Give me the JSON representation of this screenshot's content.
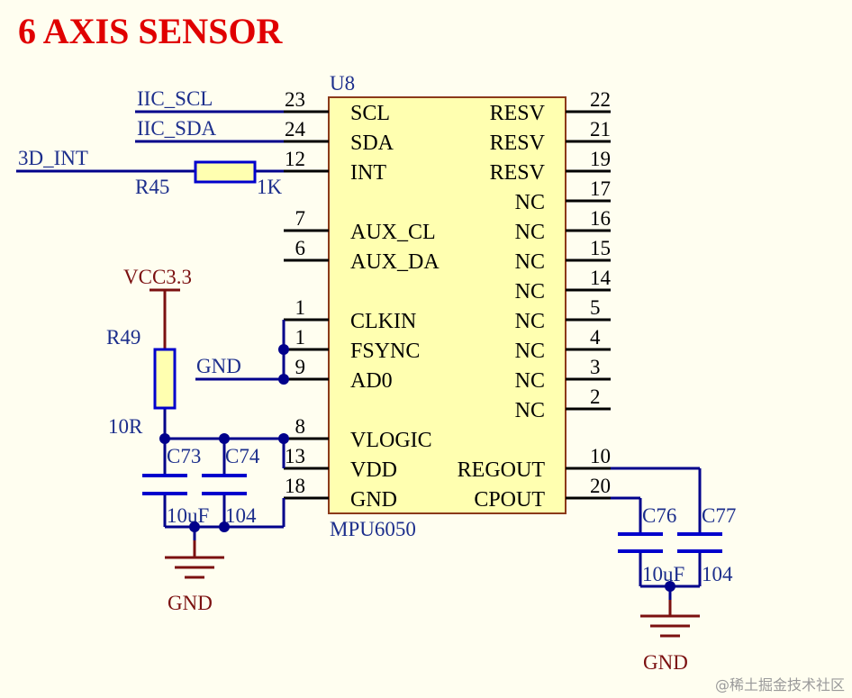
{
  "title": "6 AXIS SENSOR",
  "colors": {
    "background": "#fffef0",
    "title": "#e00000",
    "wire": "#00008b",
    "text_blue": "#1c2e8c",
    "text_red": "#7b1010",
    "pin": "#000000",
    "chip_fill": "#ffffb0",
    "chip_border": "#8b3a1a",
    "junction": "#00008b",
    "resistor": "#0000cc"
  },
  "chip": {
    "designator": "U8",
    "part": "MPU6050",
    "left_pins": [
      {
        "name": "SCL",
        "num": "23"
      },
      {
        "name": "SDA",
        "num": "24"
      },
      {
        "name": "INT",
        "num": "12"
      },
      {
        "name": "AUX_CL",
        "num": "7"
      },
      {
        "name": "AUX_DA",
        "num": "6"
      },
      {
        "name": "CLKIN",
        "num": "1"
      },
      {
        "name": "FSYNC",
        "num": "1"
      },
      {
        "name": "AD0",
        "num": "9"
      },
      {
        "name": "VLOGIC",
        "num": "8"
      },
      {
        "name": "VDD",
        "num": "13"
      },
      {
        "name": "GND",
        "num": "18"
      }
    ],
    "right_pins": [
      {
        "name": "RESV",
        "num": "22"
      },
      {
        "name": "RESV",
        "num": "21"
      },
      {
        "name": "RESV",
        "num": "19"
      },
      {
        "name": "NC",
        "num": "17"
      },
      {
        "name": "NC",
        "num": "16"
      },
      {
        "name": "NC",
        "num": "15"
      },
      {
        "name": "NC",
        "num": "14"
      },
      {
        "name": "NC",
        "num": "5"
      },
      {
        "name": "NC",
        "num": "4"
      },
      {
        "name": "NC",
        "num": "3"
      },
      {
        "name": "NC",
        "num": "2"
      },
      {
        "name": "REGOUT",
        "num": "10"
      },
      {
        "name": "CPOUT",
        "num": "20"
      }
    ]
  },
  "nets": {
    "scl": "IIC_SCL",
    "sda": "IIC_SDA",
    "int": "3D_INT",
    "gnd_ad0": "GND",
    "vcc": "VCC3.3",
    "gnd_left": "GND",
    "gnd_right": "GND"
  },
  "components": {
    "r45": {
      "ref": "R45",
      "value": "1K"
    },
    "r49": {
      "ref": "R49",
      "value": "10R"
    },
    "c73": {
      "ref": "C73",
      "value": "10uF"
    },
    "c74": {
      "ref": "C74",
      "value": "104"
    },
    "c76": {
      "ref": "C76",
      "value": "10uF"
    },
    "c77": {
      "ref": "C77",
      "value": "104"
    }
  },
  "watermark": "@稀土掘金技术社区"
}
